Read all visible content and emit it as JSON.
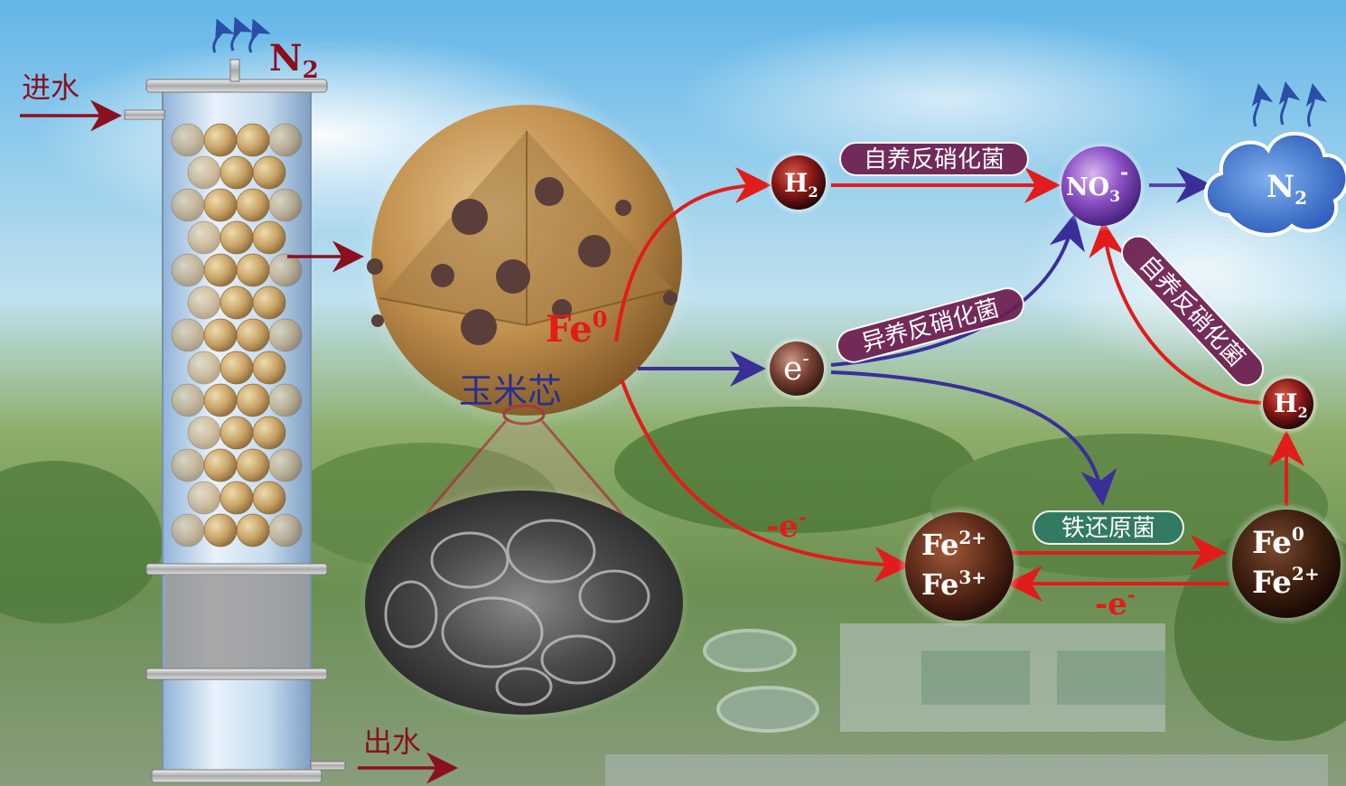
{
  "reactor": {
    "inlet_label": "进水",
    "outlet_label": "出水",
    "gas_label_main": "N",
    "gas_label_sub": "2"
  },
  "particle": {
    "core_label": "玉米芯",
    "iron_label_main": "Fe",
    "iron_label_sup": "0"
  },
  "pathway": {
    "h2_top": {
      "main": "H",
      "sub": "2"
    },
    "h2_right": {
      "main": "H",
      "sub": "2"
    },
    "electron": {
      "main": "e",
      "sup": "-"
    },
    "nitrate": {
      "main": "NO",
      "sub": "3",
      "sup": "-"
    },
    "nitrogen_cloud": {
      "main": "N",
      "sub": "2"
    },
    "fe_ions": {
      "line1_main": "Fe",
      "line1_sup": "2+",
      "line2_main": "Fe",
      "line2_sup": "3+"
    },
    "fe_solid": {
      "line1_main": "Fe",
      "line1_sup": "0",
      "line2_main": "Fe",
      "line2_sup": "2+"
    },
    "electron_loss_1": "-e",
    "electron_loss_1_sup": "-",
    "electron_loss_2": "-e",
    "electron_loss_2_sup": "-"
  },
  "bacteria_labels": {
    "autotrophic_top": "自养反硝化菌",
    "heterotrophic": "异养反硝化菌",
    "autotrophic_right": "自养反硝化菌",
    "iron_reducing": "铁还原菌"
  },
  "colors": {
    "red_arrow": "#e21b1b",
    "purple_arrow": "#3a2f99",
    "dark_red_text": "#8a1020",
    "pill_purple": "#6d1d4f",
    "pill_green": "#2f7a64",
    "core_text": "#2a2f8e"
  }
}
